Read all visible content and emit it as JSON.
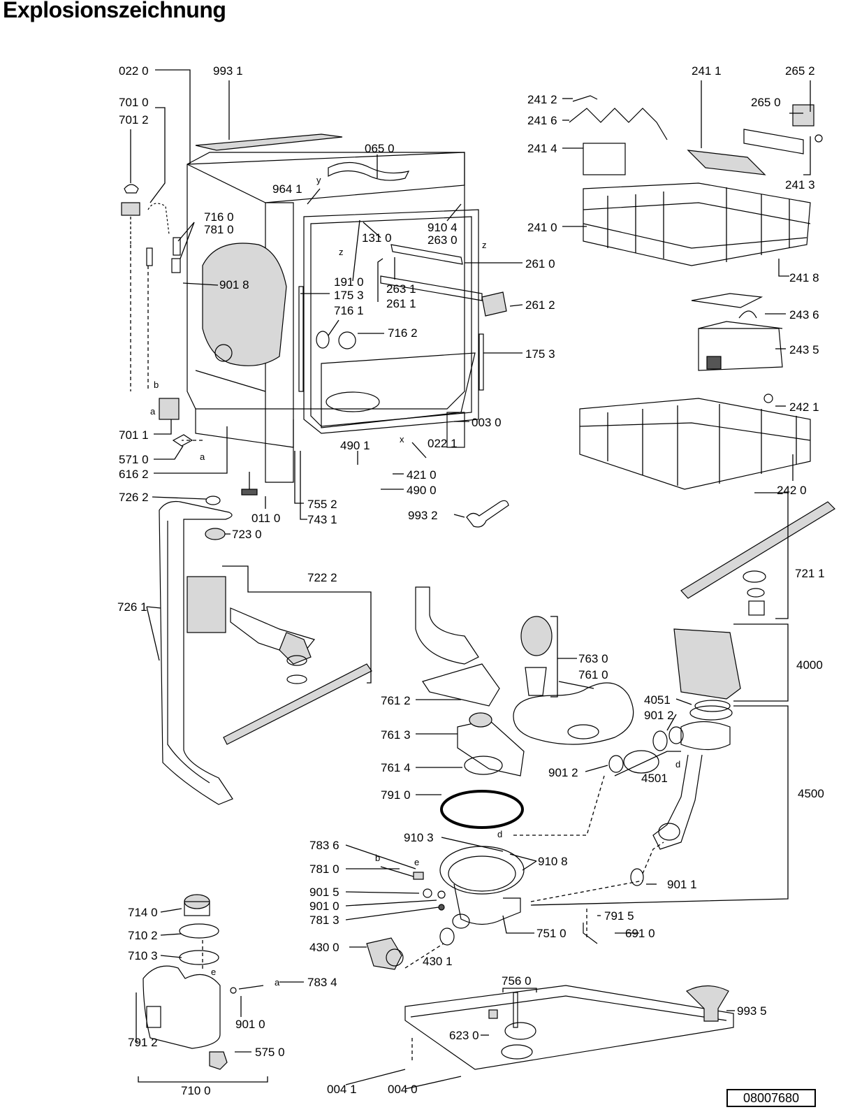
{
  "title": "Explosionszeichnung",
  "document_number": "08007680",
  "part_labels": [
    "022 0",
    "993 1",
    "701 0",
    "701 2",
    "065 0",
    "964 1",
    "716 0",
    "781 0",
    "131 0",
    "910 4",
    "263 0",
    "901 8",
    "191 0",
    "175 3",
    "263 1",
    "261 1",
    "261 0",
    "261 2",
    "716 1",
    "716 2",
    "175 3",
    "701 1",
    "571 0",
    "616 2",
    "003 0",
    "022 1",
    "490 1",
    "421 0",
    "490 0",
    "011 0",
    "755 2",
    "743 1",
    "726 2",
    "723 0",
    "993 2",
    "722 2",
    "726 1",
    "241 1",
    "265 2",
    "241 2",
    "265 0",
    "241 6",
    "241 4",
    "241 3",
    "241 0",
    "241 8",
    "243 6",
    "243 5",
    "242 1",
    "242 0",
    "721 1",
    "4000",
    "763 0",
    "761 0",
    "761 2",
    "4051",
    "901 2",
    "761 3",
    "761 4",
    "901 2",
    "4501",
    "4500",
    "791 0",
    "910 3",
    "910 8",
    "783 6",
    "781 0",
    "901 5",
    "901 0",
    "781 3",
    "901 1",
    "791 5",
    "751 0",
    "691 0",
    "430 0",
    "430 1",
    "714 0",
    "710 2",
    "710 3",
    "783 4",
    "901 0",
    "791 2",
    "575 0",
    "756 0",
    "623 0",
    "993 5",
    "710 0",
    "004 1",
    "004 0"
  ],
  "letter_marks": [
    "z",
    "z",
    "y",
    "x",
    "b",
    "a",
    "a",
    "e",
    "b",
    "d",
    "d",
    "e",
    "a"
  ]
}
